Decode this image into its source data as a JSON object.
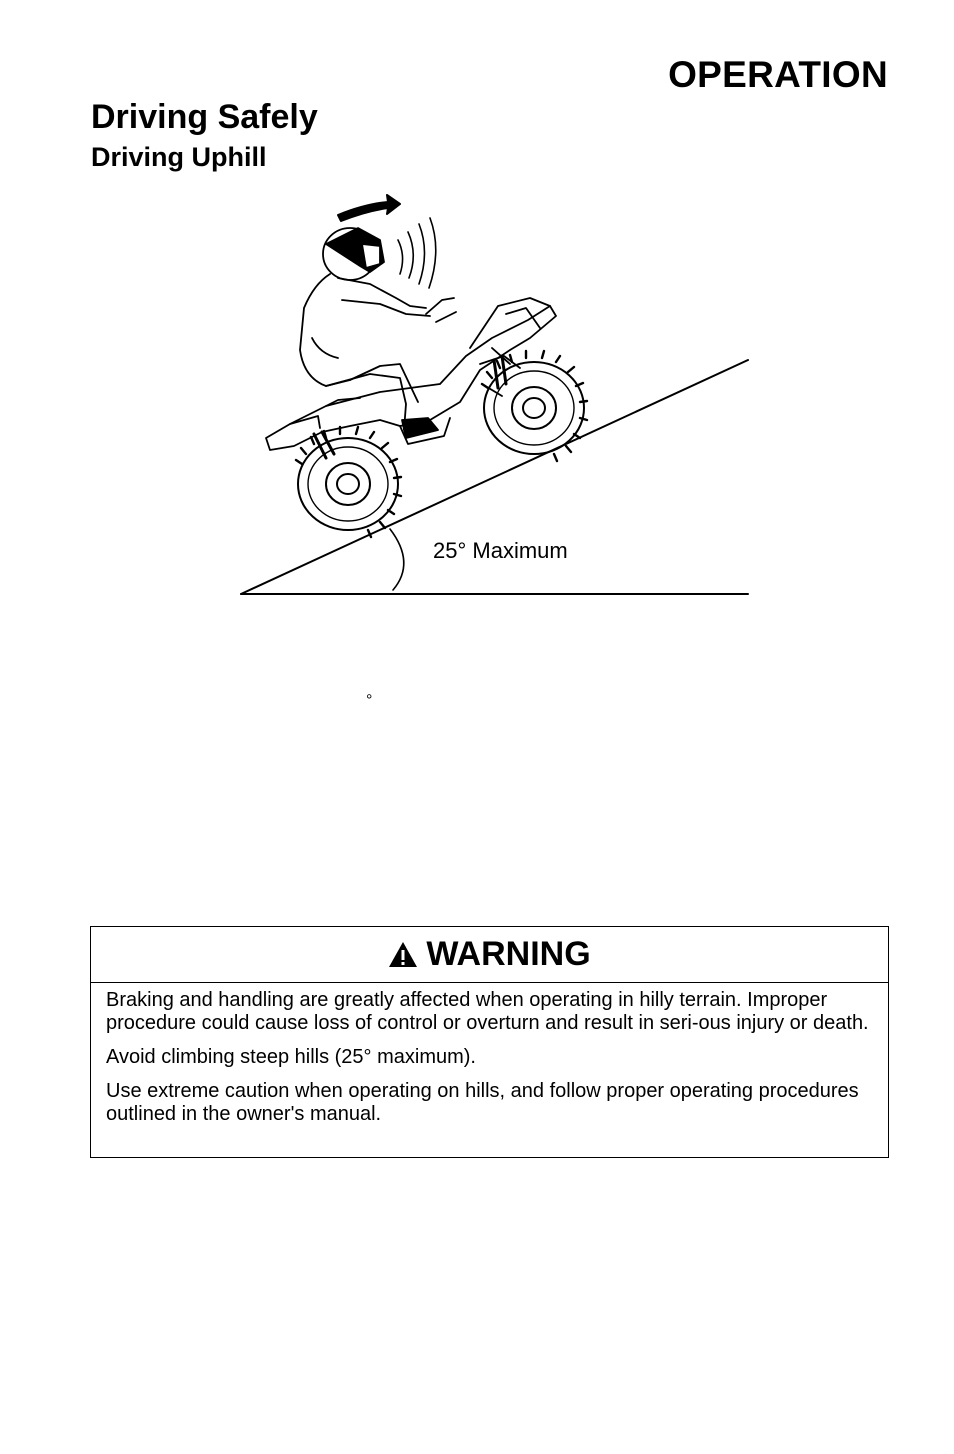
{
  "header": {
    "section": "OPERATION"
  },
  "page": {
    "title": "Driving Safely",
    "subtitle": "Driving Uphill"
  },
  "figure": {
    "angle_label": "25° Maximum",
    "stray_mark": "°"
  },
  "warning": {
    "title": "WARNING",
    "icon": "warning-triangle-icon",
    "paragraphs": [
      "Braking and handling are greatly affected when operating in hilly terrain. Improper procedure could cause loss of control or overturn and result in seri-ous injury or death.",
      "Avoid climbing steep hills (25° maximum).",
      "Use extreme caution when operating on hills, and follow proper operating procedures outlined in the owner's manual."
    ]
  }
}
